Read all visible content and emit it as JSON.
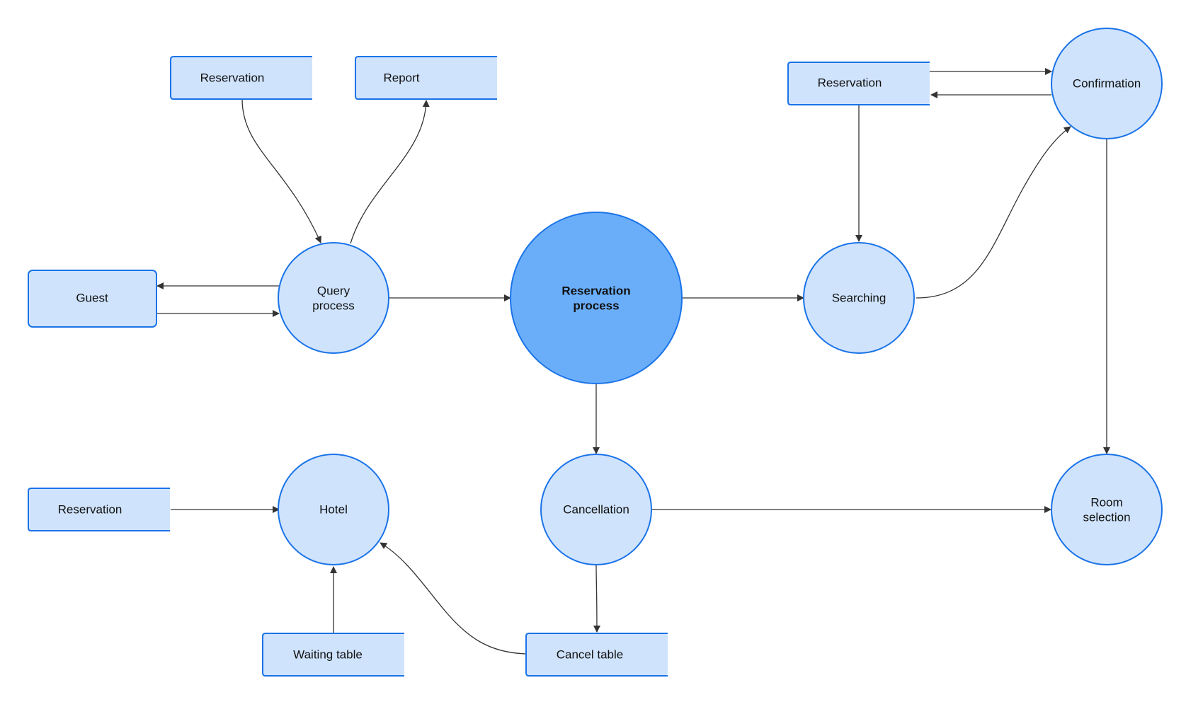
{
  "diagram": {
    "colors": {
      "node_fill": "#cfe3fc",
      "node_border": "#1a73e8",
      "main_process_fill": "#6aaefa",
      "arrow": "#333333"
    },
    "processes": {
      "query": {
        "line1": "Query",
        "line2": "process"
      },
      "reservation": {
        "line1": "Reservation",
        "line2": "process"
      },
      "searching": {
        "label": "Searching"
      },
      "confirmation": {
        "label": "Confirmation"
      },
      "cancellation": {
        "label": "Cancellation"
      },
      "hotel": {
        "label": "Hotel"
      },
      "room_selection": {
        "line1": "Room",
        "line2": "selection"
      }
    },
    "stores": {
      "reservation_top_left": {
        "label": "Reservation"
      },
      "report": {
        "label": "Report"
      },
      "guest": {
        "label": "Guest"
      },
      "reservation_top_right": {
        "label": "Reservation"
      },
      "reservation_bottom_left": {
        "label": "Reservation"
      },
      "waiting_table": {
        "label": "Waiting table"
      },
      "cancel_table": {
        "label": "Cancel table"
      }
    }
  }
}
